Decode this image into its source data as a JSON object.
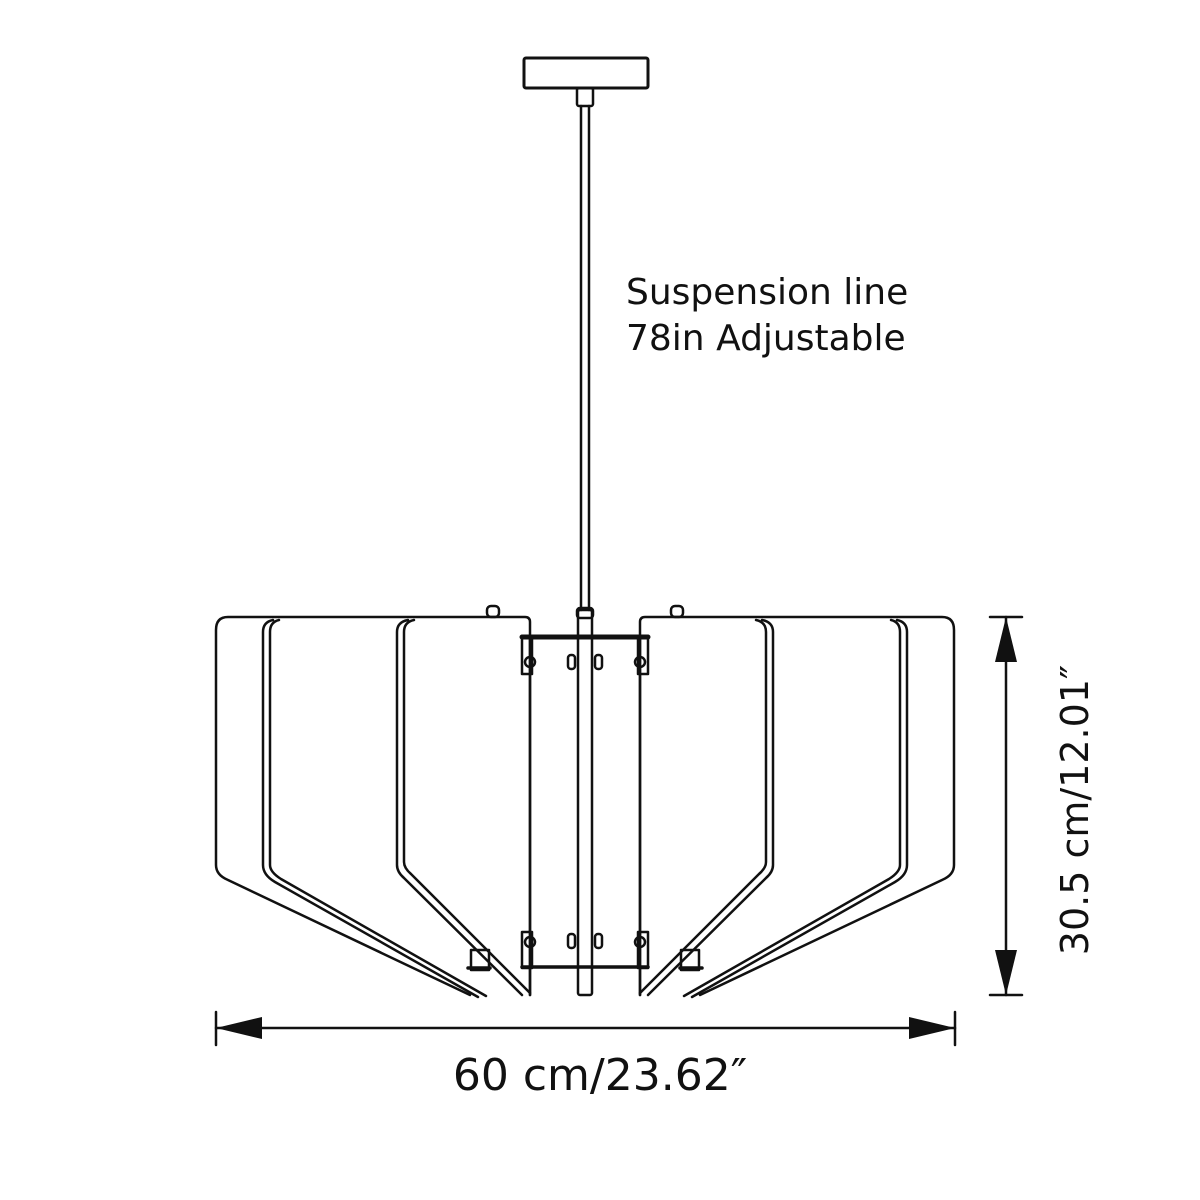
{
  "drawing": {
    "title": "Pendant light dimension drawing",
    "line_color": "#111111",
    "background": "#ffffff"
  },
  "annotations": {
    "suspension_line_1": "Suspension line",
    "suspension_line_2": "78in Adjustable",
    "width": "60 cm/23.62″",
    "height": "30.5 cm/12.01″"
  },
  "dimensions": {
    "width_cm": 60,
    "width_in": 23.62,
    "height_cm": 30.5,
    "height_in": 12.01,
    "suspension_in": 78
  },
  "components": [
    "ceiling-canopy",
    "suspension-rod",
    "central-hub",
    "left-shade-fins",
    "right-shade-fins"
  ]
}
